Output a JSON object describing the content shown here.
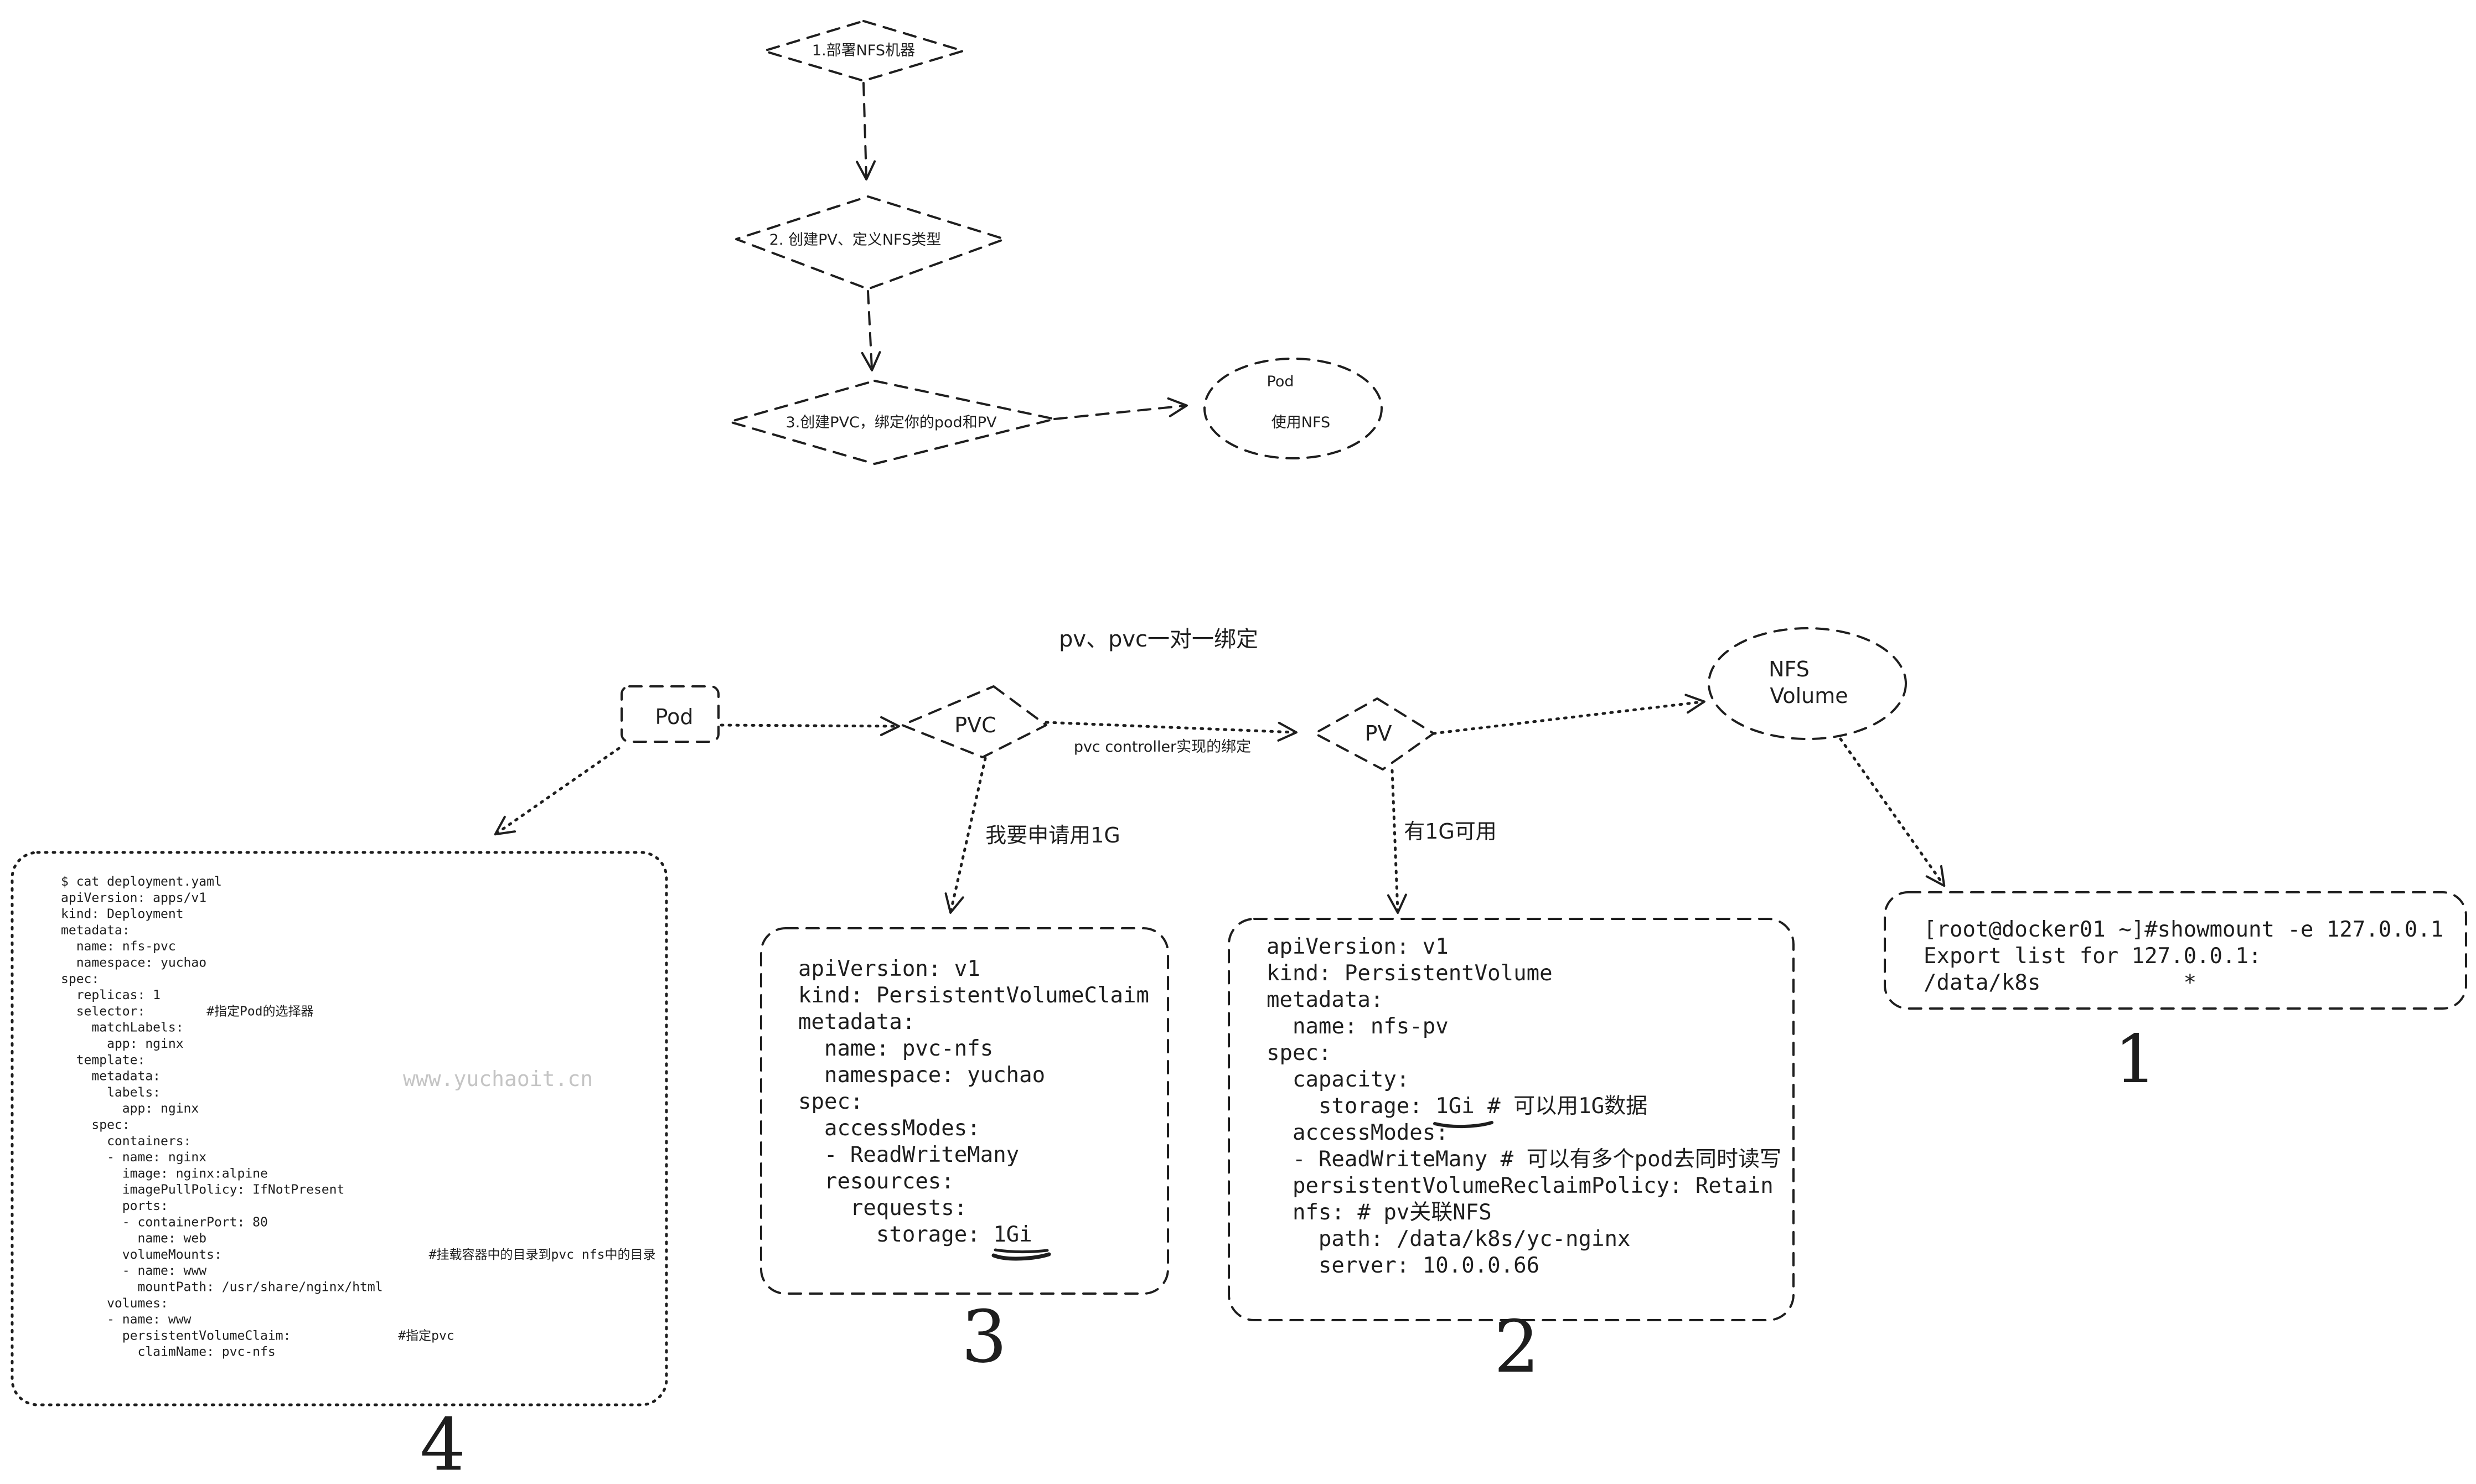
{
  "colors": {
    "stroke": "#1e1e1e",
    "background": "#ffffff"
  },
  "flow": {
    "step1": "1.部署NFS机器",
    "step2": "2. 创建PV、定义NFS类型",
    "step3": "3.创建PVC，绑定你的pod和PV",
    "pod_line1": "Pod",
    "pod_line2": "使用NFS"
  },
  "binding": {
    "title": "pv、pvc一对一绑定",
    "pod": "Pod",
    "pvc": "PVC",
    "pv": "PV",
    "nfs_line1": "NFS",
    "nfs_line2": "Volume",
    "controller_label": "pvc controller实现的绑定",
    "request_label": "我要申请用1G",
    "available_label": "有1G可用"
  },
  "deployment_yaml": [
    "$ cat deployment.yaml",
    "apiVersion: apps/v1",
    "kind: Deployment",
    "metadata:",
    "  name: nfs-pvc",
    "  namespace: yuchao",
    "spec:",
    "  replicas: 1",
    "  selector:        #指定Pod的选择器",
    "    matchLabels:",
    "      app: nginx",
    "  template:",
    "    metadata:",
    "      labels:",
    "        app: nginx",
    "    spec:",
    "      containers:",
    "      - name: nginx",
    "        image: nginx:alpine",
    "        imagePullPolicy: IfNotPresent",
    "        ports:",
    "        - containerPort: 80",
    "          name: web",
    "        volumeMounts:                           #挂载容器中的目录到pvc nfs中的目录",
    "        - name: www",
    "          mountPath: /usr/share/nginx/html",
    "      volumes:",
    "      - name: www",
    "        persistentVolumeClaim:              #指定pvc",
    "          claimName: pvc-nfs"
  ],
  "watermark": "www.yuchaoit.cn",
  "pvc_yaml": [
    "apiVersion: v1",
    "kind: PersistentVolumeClaim",
    "metadata:",
    "  name: pvc-nfs",
    "  namespace: yuchao",
    "spec:",
    "  accessModes:",
    "  - ReadWriteMany",
    "  resources:",
    "    requests:",
    "      storage: 1Gi"
  ],
  "pv_yaml": [
    "apiVersion: v1",
    "kind: PersistentVolume",
    "metadata:",
    "  name: nfs-pv",
    "spec:",
    "  capacity:",
    "    storage: 1Gi # 可以用1G数据",
    "  accessModes:",
    "  - ReadWriteMany # 可以有多个pod去同时读写",
    "  persistentVolumeReclaimPolicy: Retain",
    "  nfs: # pv关联NFS",
    "    path: /data/k8s/yc-nginx",
    "    server: 10.0.0.66"
  ],
  "showmount": [
    "[root@docker01 ~]#showmount -e 127.0.0.1",
    "Export list for 127.0.0.1:",
    "/data/k8s           *"
  ],
  "step_numbers": {
    "nfs": "1",
    "pv": "2",
    "pvc": "3",
    "deployment": "4"
  }
}
